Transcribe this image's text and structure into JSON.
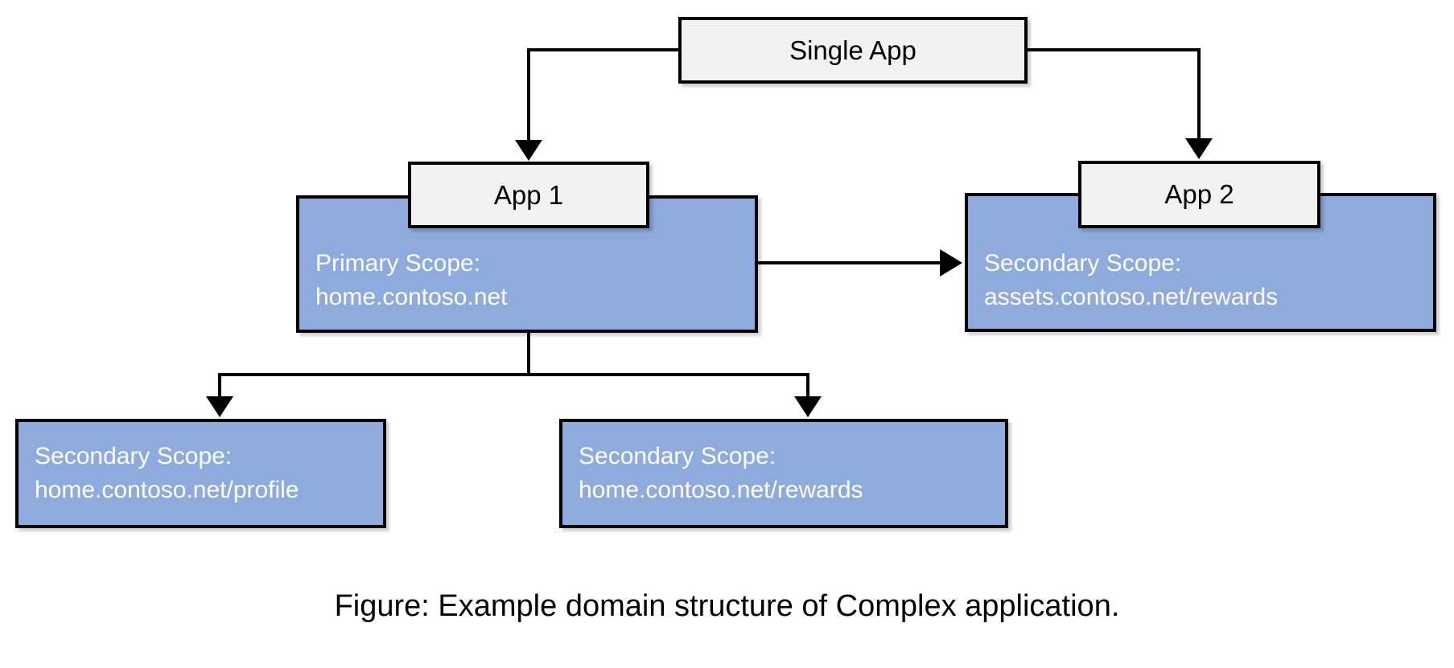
{
  "colors": {
    "canvas_bg": "#ffffff",
    "scope_fill": "#8FAADC",
    "app_fill": "#F2F2F2",
    "border_color": "#000000",
    "line_color": "#000000",
    "scope_text": "#ffffff",
    "app_text": "#000000"
  },
  "nodes": {
    "single_app": {
      "label": "Single App"
    },
    "app1": {
      "label": "App 1",
      "scope_title": "Primary Scope:",
      "scope_url": "home.contoso.net"
    },
    "app2": {
      "label": "App 2",
      "scope_title": "Secondary Scope:",
      "scope_url": "assets.contoso.net/rewards"
    },
    "profile": {
      "scope_title": "Secondary Scope:",
      "scope_url": "home.contoso.net/profile"
    },
    "rewards": {
      "scope_title": "Secondary Scope:",
      "scope_url": "home.contoso.net/rewards"
    }
  },
  "caption": "Figure: Example domain structure of Complex application."
}
